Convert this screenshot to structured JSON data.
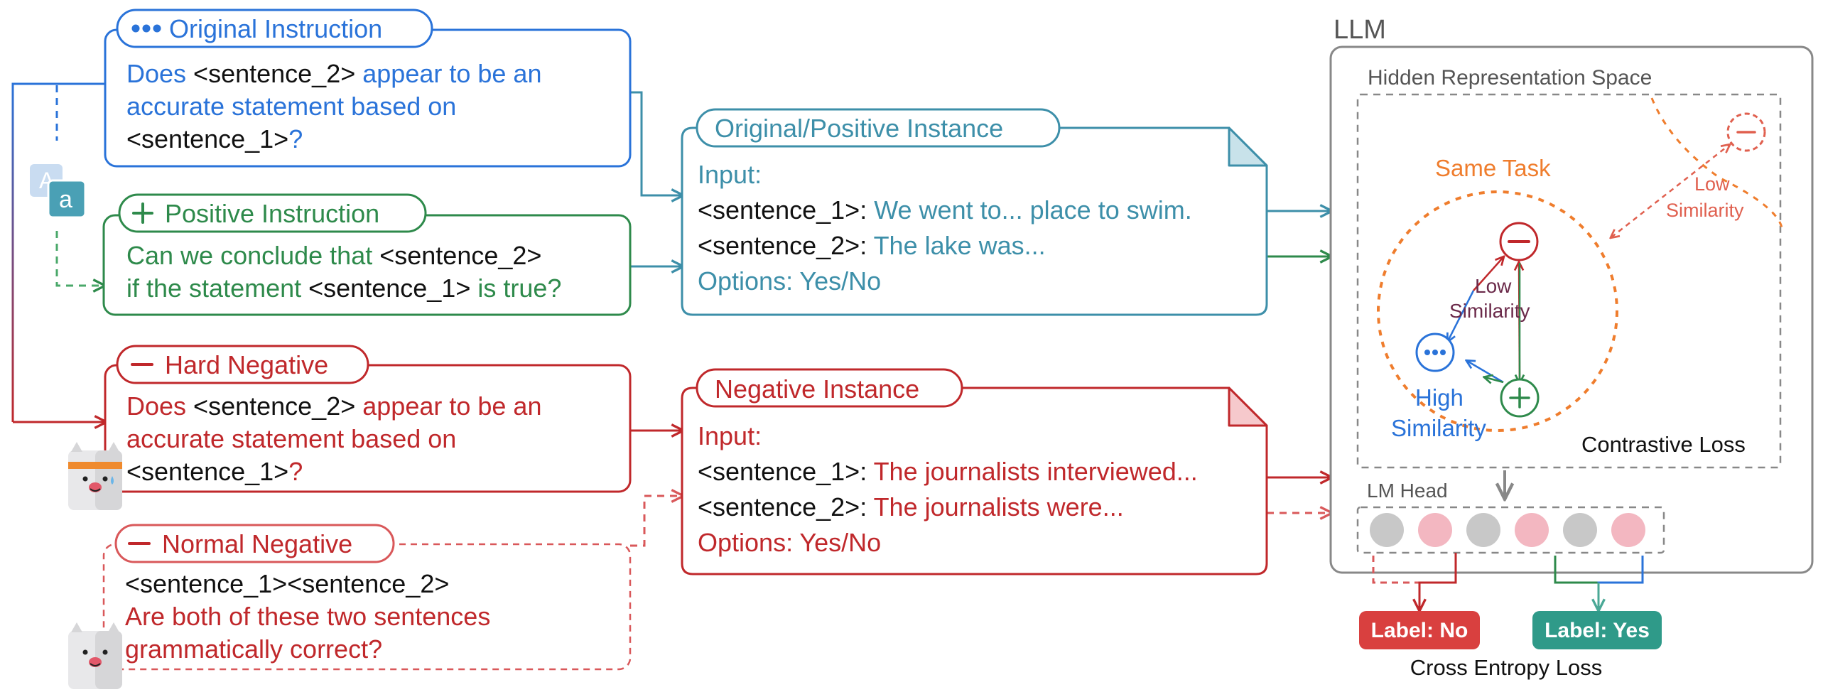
{
  "colors": {
    "blue": "#2a73d9",
    "green": "#2e8a4b",
    "red": "#c0282b",
    "teal": "#3d8fa9",
    "orange": "#ef7d2d",
    "gray": "#888888",
    "black": "#111111",
    "pink": "#f3b7c1",
    "label_no_bg": "#d9403f",
    "label_yes_bg": "#2f9a89"
  },
  "original_instruction": {
    "title": "Original Instruction",
    "icon": "ellipsis-icon",
    "lines": [
      [
        {
          "text": "Does ",
          "c": "blue"
        },
        {
          "text": "<sentence_2>",
          "c": "black"
        },
        {
          "text": " appear to be an",
          "c": "blue"
        }
      ],
      [
        {
          "text": "accurate statement based on",
          "c": "blue"
        }
      ],
      [
        {
          "text": "<sentence_1>",
          "c": "black"
        },
        {
          "text": "?",
          "c": "blue"
        }
      ]
    ]
  },
  "translate_icon": {
    "icon": "translate-icon",
    "letters": [
      "A",
      "a"
    ]
  },
  "positive_instruction": {
    "title": "Positive Instruction",
    "icon": "plus-icon",
    "lines": [
      [
        {
          "text": "Can we conclude that ",
          "c": "green"
        },
        {
          "text": "<sentence_2>",
          "c": "black"
        }
      ],
      [
        {
          "text": "if the statement ",
          "c": "green"
        },
        {
          "text": "<sentence_1>",
          "c": "black"
        },
        {
          "text": " is true?",
          "c": "green"
        }
      ]
    ]
  },
  "hard_negative": {
    "title": "Hard Negative",
    "icon": "minus-icon",
    "lines": [
      [
        {
          "text": "Does ",
          "c": "red"
        },
        {
          "text": "<sentence_2>",
          "c": "black"
        },
        {
          "text": " appear to be an",
          "c": "red"
        }
      ],
      [
        {
          "text": "accurate statement based on",
          "c": "red"
        }
      ],
      [
        {
          "text": "<sentence_1>",
          "c": "black"
        },
        {
          "text": "?",
          "c": "red"
        }
      ]
    ]
  },
  "normal_negative": {
    "title": "Normal Negative",
    "icon": "minus-icon",
    "lines": [
      [
        {
          "text": "<sentence_1><sentence_2>",
          "c": "black"
        }
      ],
      [
        {
          "text": "Are both of these two sentences",
          "c": "red"
        }
      ],
      [
        {
          "text": "grammatically correct?",
          "c": "red"
        }
      ]
    ]
  },
  "positive_instance": {
    "title": "Original/Positive Instance",
    "lines": [
      [
        {
          "text": "Input:",
          "c": "teal"
        }
      ],
      [
        {
          "text": "<sentence_1>: ",
          "c": "black"
        },
        {
          "text": "We went to... place to swim.",
          "c": "teal"
        }
      ],
      [
        {
          "text": "<sentence_2>: ",
          "c": "black"
        },
        {
          "text": "The lake was...",
          "c": "teal"
        }
      ],
      [
        {
          "text": "Options: Yes/No",
          "c": "teal"
        }
      ]
    ]
  },
  "negative_instance": {
    "title": "Negative Instance",
    "lines": [
      [
        {
          "text": "Input:",
          "c": "red"
        }
      ],
      [
        {
          "text": "<sentence_1>: ",
          "c": "black"
        },
        {
          "text": "The journalists interviewed...",
          "c": "red"
        }
      ],
      [
        {
          "text": "<sentence_2>: ",
          "c": "black"
        },
        {
          "text": "The journalists were...",
          "c": "red"
        }
      ],
      [
        {
          "text": "Options: Yes/No",
          "c": "red"
        }
      ]
    ]
  },
  "llm": {
    "title": "LLM",
    "hidden_space_label": "Hidden Representation Space",
    "same_task_label": "Same Task",
    "low_similarity_inner": [
      "Low",
      "Similarity"
    ],
    "high_similarity": [
      "High",
      "Similarity"
    ],
    "low_similarity_outer": [
      "Low",
      "Similarity"
    ],
    "contrastive_loss": "Contrastive Loss",
    "lm_head_label": "LM Head",
    "nodes": {
      "original": "ellipsis-icon",
      "negative": "minus-icon",
      "positive": "plus-icon",
      "outer_negative": "minus-icon"
    }
  },
  "lm_head_tokens": [
    "gray",
    "pink",
    "gray",
    "pink",
    "gray",
    "pink"
  ],
  "labels": {
    "no": "Label: No",
    "yes": "Label: Yes",
    "loss": "Cross Entropy Loss"
  },
  "mascots": [
    "llama-mascot-icon",
    "llama-mascot-icon",
    "llama-mascot-icon"
  ]
}
